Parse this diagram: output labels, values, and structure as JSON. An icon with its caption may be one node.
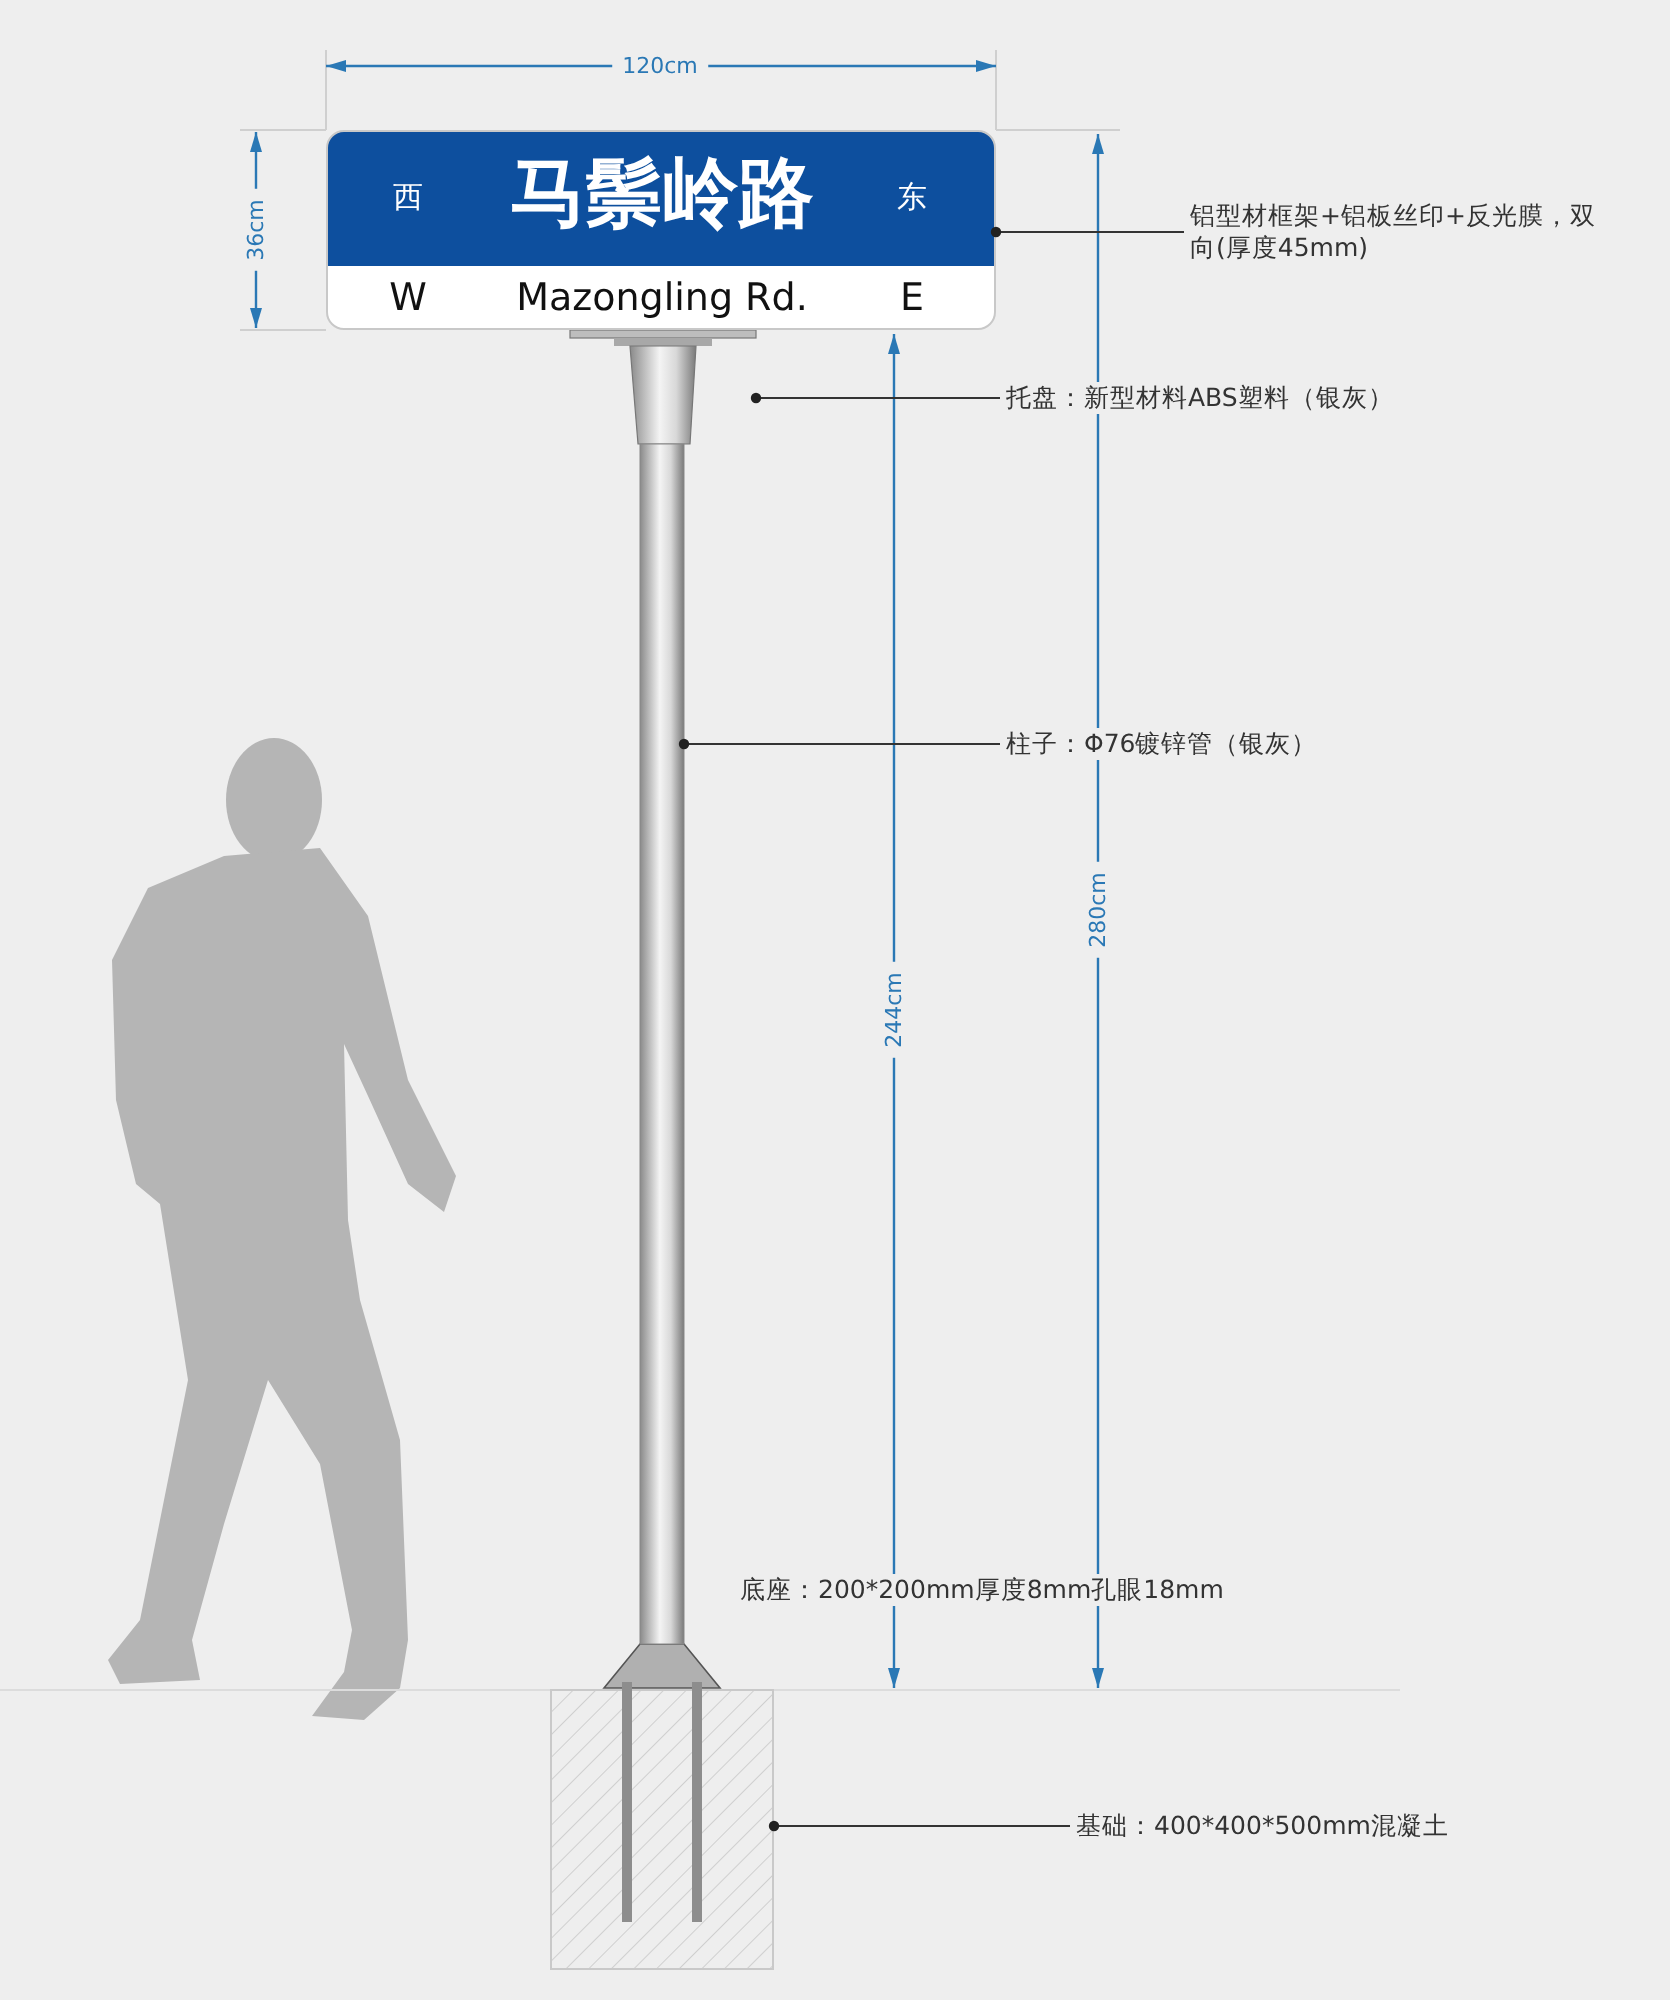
{
  "diagram": {
    "nodes": [
      {
        "text": [
          "西",
          "马鬃岭路",
          "东",
          "W",
          "Mazongling Rd.",
          "E"
        ]
      },
      {
        "text": [
          "铝型材框架+铝板丝印+反光膜，双向(厚度45mm)"
        ]
      },
      {
        "text": [],
        "shape": "picture"
      },
      {
        "text": [
          "托盘：新型材料ABS塑料（银灰）"
        ]
      },
      {
        "text": [],
        "shape": "picture"
      },
      {
        "text": [
          "柱子：Φ76镀锌管（银灰）"
        ]
      },
      {
        "text": [],
        "shape": "picture"
      },
      {
        "text": [
          "基础：400*400*500mm混凝土"
        ]
      }
    ],
    "edges": [
      {
        "from": 1,
        "to": 0,
        "arrow": "other"
      },
      {
        "from": 3,
        "to": 2,
        "arrow": "other"
      },
      {
        "from": 5,
        "to": 4,
        "arrow": "other"
      },
      {
        "from": 7,
        "to": 6,
        "arrow": "other"
      }
    ],
    "labels": [
      "120cm",
      "36cm",
      "244cm",
      "280cm",
      "底座：200*200mm厚度8mm孔眼18mm"
    ]
  }
}
